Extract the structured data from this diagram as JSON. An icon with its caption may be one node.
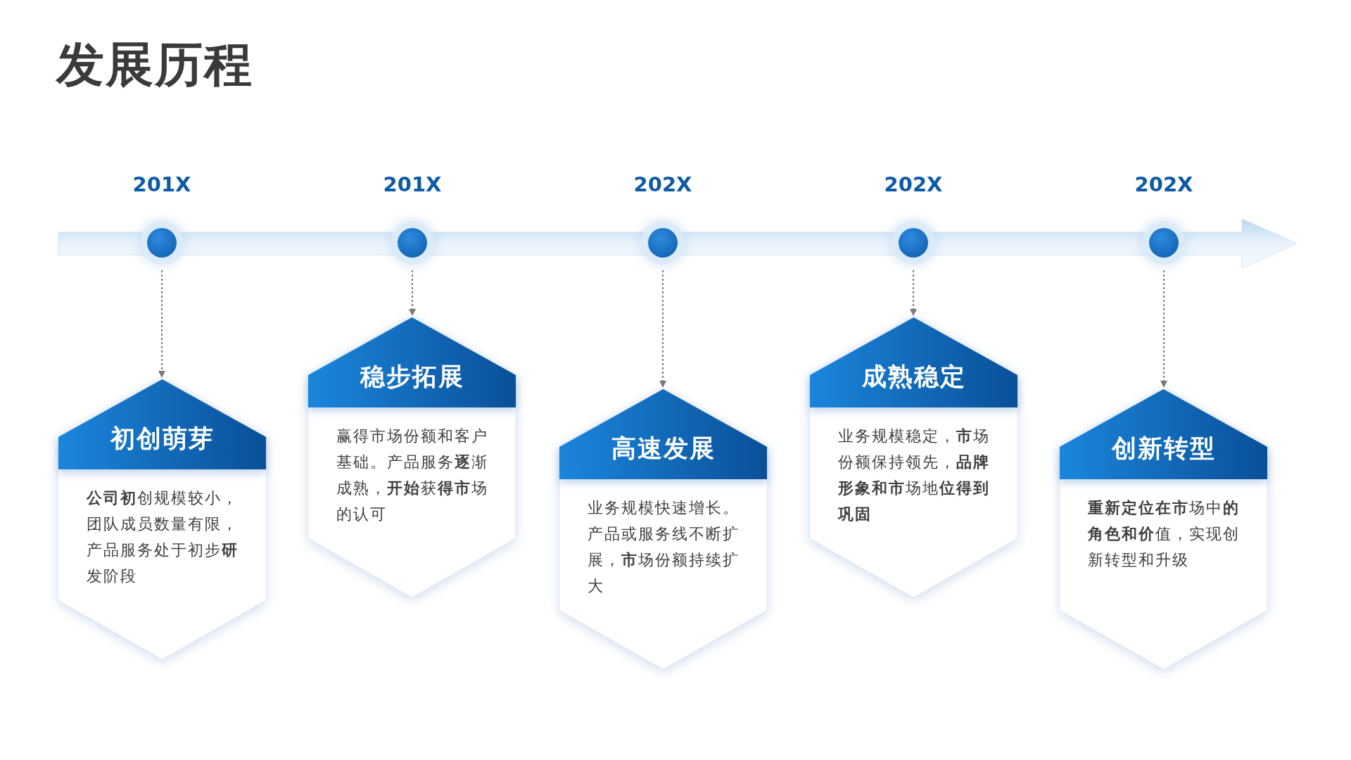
{
  "diagram": {
    "title": "发展历程",
    "nodes": [
      {
        "text": [],
        "shape": "circle",
        "beside": [
          "201X"
        ]
      },
      {
        "text": [],
        "shape": "circle",
        "beside": [
          "201X"
        ]
      },
      {
        "text": [],
        "shape": "circle",
        "beside": [
          "202X"
        ]
      },
      {
        "text": [],
        "shape": "circle",
        "beside": [
          "202X"
        ]
      },
      {
        "text": [],
        "shape": "circle",
        "beside": [
          "202X"
        ]
      },
      {
        "text": [
          "初创萌芽",
          "**公司初**创规模较小，团队成员数量有限，产品服务处于初步**研**发阶段"
        ]
      },
      {
        "text": [
          "稳步拓展",
          "赢得市场份额和客户基础。产品服务**逐**渐成熟，**开始**获**得市**场的认可"
        ]
      },
      {
        "text": [
          "高速发展",
          "业务规模快速增长。产品或服务线不断扩展，**市**场份额持续扩大"
        ]
      },
      {
        "text": [
          "成熟稳定",
          "业务规模稳定，**市**场份额保持领先，**品牌形象和市**场地**位得到巩固**"
        ]
      },
      {
        "text": [
          "创新转型",
          "**重新定位在市**场中**的角色和价**值，实现创新转型和升级"
        ]
      }
    ],
    "edges": [
      {
        "from": 0,
        "to": 5,
        "arrow": "to",
        "style": "dashed"
      },
      {
        "from": 1,
        "to": 6,
        "arrow": "to",
        "style": "dashed"
      },
      {
        "from": 2,
        "to": 7,
        "arrow": "to",
        "style": "dashed"
      },
      {
        "from": 3,
        "to": 8,
        "arrow": "to",
        "style": "dashed"
      },
      {
        "from": 4,
        "to": 9,
        "arrow": "to",
        "style": "dashed"
      }
    ]
  }
}
